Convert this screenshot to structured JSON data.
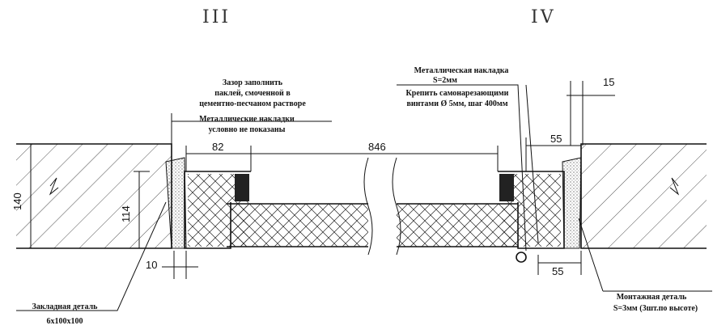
{
  "section_labels": {
    "left": "III",
    "right": "IV"
  },
  "dimensions": {
    "wall_height": "140",
    "panel_height": "114",
    "frame_width": "82",
    "opening_width": "846",
    "right_top_offset": "55",
    "right_bottom_offset": "55",
    "left_gap": "10",
    "right_gap": "15"
  },
  "notes": {
    "gap_fill": [
      "Зазор заполнить",
      "паклей, смоченной в",
      "цементно-песчаном растворе"
    ],
    "plates_hidden": [
      "Металлические накладки",
      "условно не показаны"
    ],
    "metal_plate": [
      "Металлическая накладка",
      "S=2мм"
    ],
    "fastening": [
      "Крепить самонарезающими",
      "винтами Ø 5мм, шаг 400мм"
    ],
    "mounting_part": [
      "Монтажная деталь",
      "S=3мм (3шт.по высоте)"
    ],
    "embedded_part": [
      "Закладная деталь",
      "6x100x100"
    ]
  }
}
